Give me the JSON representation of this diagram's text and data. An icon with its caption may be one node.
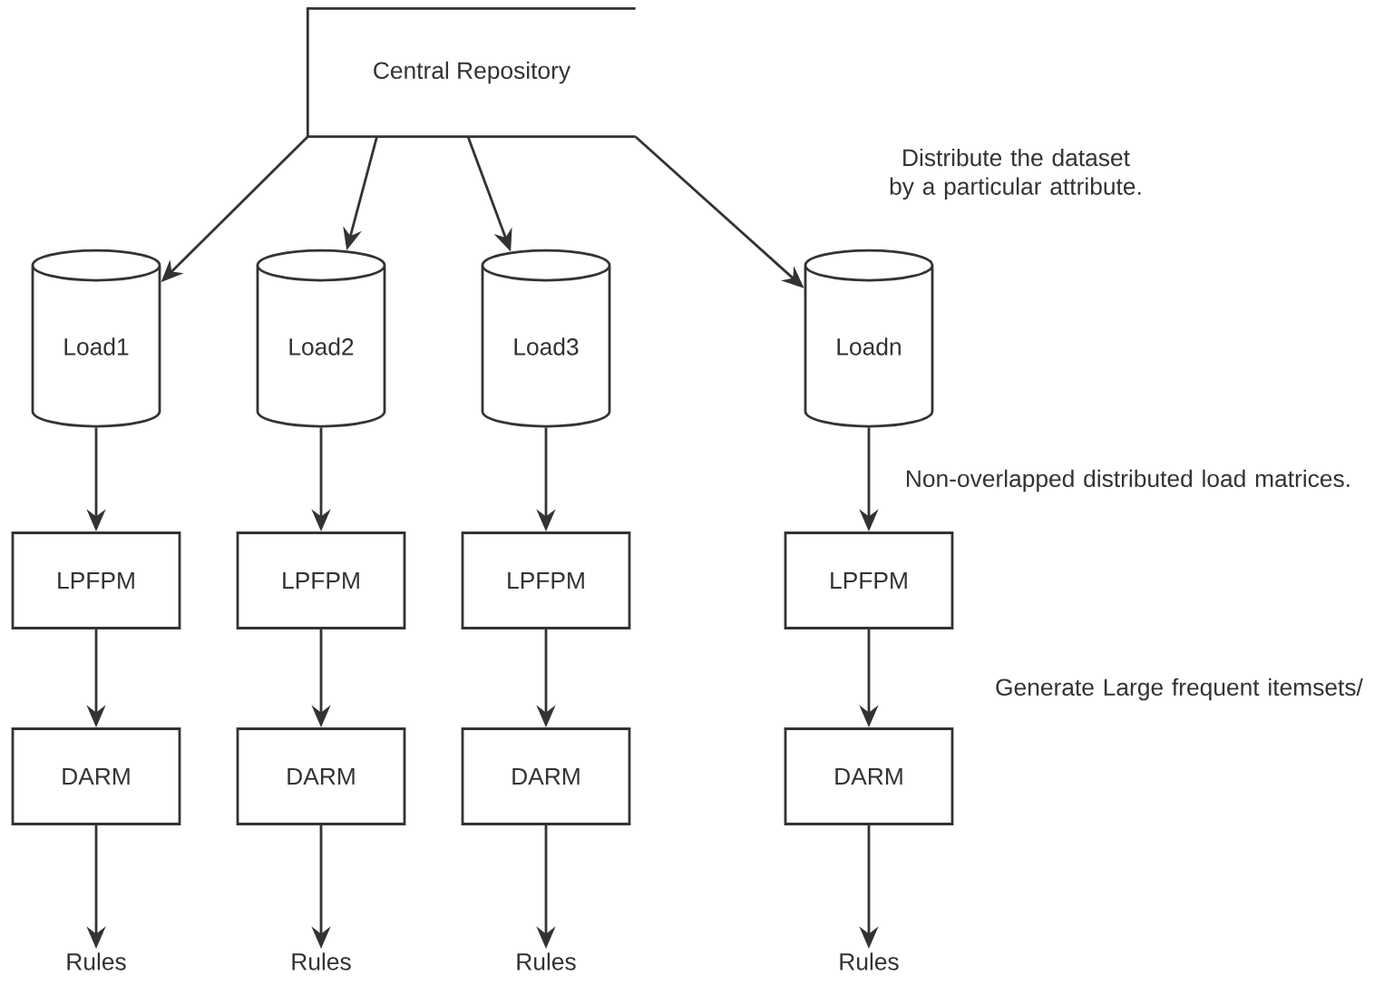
{
  "diagram": {
    "nodes": [
      {
        "text": [
          "Central Repository"
        ]
      },
      {
        "text": [
          "Load1"
        ]
      },
      {
        "text": [
          "Load2"
        ]
      },
      {
        "text": [
          "Load3"
        ]
      },
      {
        "text": [
          "Loadn"
        ]
      },
      {
        "text": [
          "LPFPM"
        ]
      },
      {
        "text": [
          "LPFPM"
        ]
      },
      {
        "text": [
          "LPFPM"
        ]
      },
      {
        "text": [
          "LPFPM"
        ]
      },
      {
        "text": [
          "DARM"
        ]
      },
      {
        "text": [
          "DARM"
        ]
      },
      {
        "text": [
          "DARM"
        ]
      },
      {
        "text": [
          "DARM"
        ]
      },
      {
        "text": [
          "Rules"
        ]
      },
      {
        "text": [
          "Rules"
        ]
      },
      {
        "text": [
          "Rules"
        ]
      },
      {
        "text": [
          "Rules"
        ]
      }
    ],
    "edges": [
      {
        "from": 0,
        "to": 1,
        "arrow": "to"
      },
      {
        "from": 0,
        "to": 2,
        "arrow": "to"
      },
      {
        "from": 0,
        "to": 3,
        "arrow": "to"
      },
      {
        "from": 0,
        "to": 4,
        "arrow": "to"
      },
      {
        "from": 1,
        "to": 5,
        "arrow": "to"
      },
      {
        "from": 2,
        "to": 6,
        "arrow": "to"
      },
      {
        "from": 3,
        "to": 7,
        "arrow": "to"
      },
      {
        "from": 4,
        "to": 8,
        "arrow": "to"
      },
      {
        "from": 5,
        "to": 9,
        "arrow": "to"
      },
      {
        "from": 6,
        "to": 10,
        "arrow": "to"
      },
      {
        "from": 7,
        "to": 11,
        "arrow": "to"
      },
      {
        "from": 8,
        "to": 12,
        "arrow": "to"
      },
      {
        "from": 9,
        "to": 13,
        "arrow": "to"
      },
      {
        "from": 10,
        "to": 14,
        "arrow": "to"
      },
      {
        "from": 11,
        "to": 15,
        "arrow": "to"
      },
      {
        "from": 12,
        "to": 16,
        "arrow": "to"
      }
    ],
    "labels": [
      "Distribute the dataset by a particular attribute.",
      "Non-overlapped distributed load matrices.",
      "Generate Large frequent itemsets/"
    ]
  }
}
